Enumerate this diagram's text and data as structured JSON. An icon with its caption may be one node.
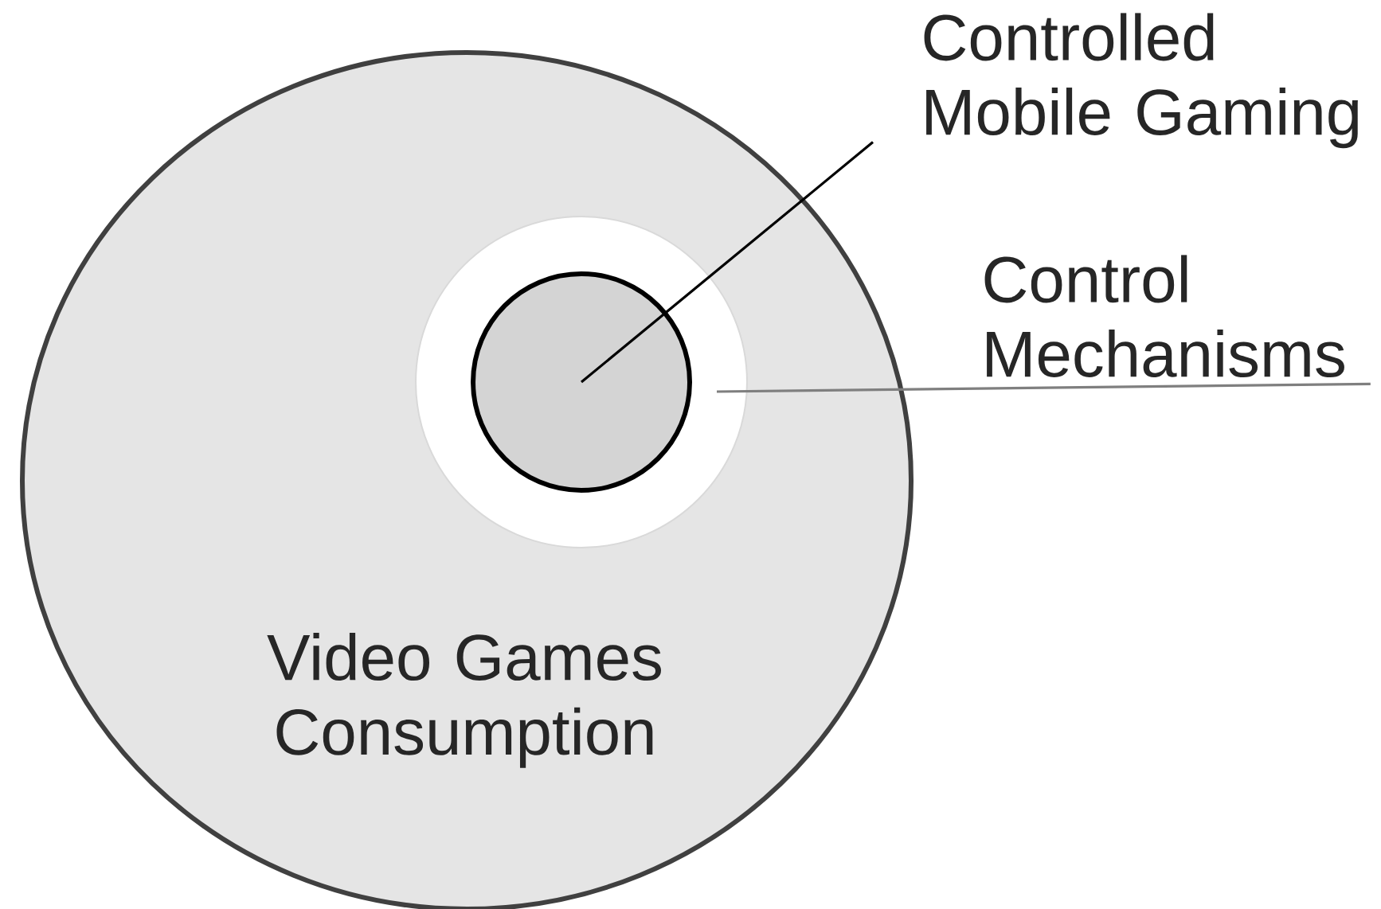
{
  "diagram": {
    "nodes": [
      {
        "text": [
          "Video Games Consumption"
        ]
      },
      {
        "text": [],
        "shape": "circle",
        "in": 0
      },
      {
        "text": [],
        "shape": "circle",
        "in": 1
      },
      {
        "text": [
          "Controlled Mobile Gaming"
        ]
      },
      {
        "text": [
          "Control Mechanisms"
        ]
      }
    ],
    "edges": [
      {
        "from": 3,
        "to": 2,
        "arrow": "none"
      },
      {
        "from": 4,
        "to": 1,
        "arrow": "none",
        "color": "#7f7f7f"
      }
    ]
  }
}
